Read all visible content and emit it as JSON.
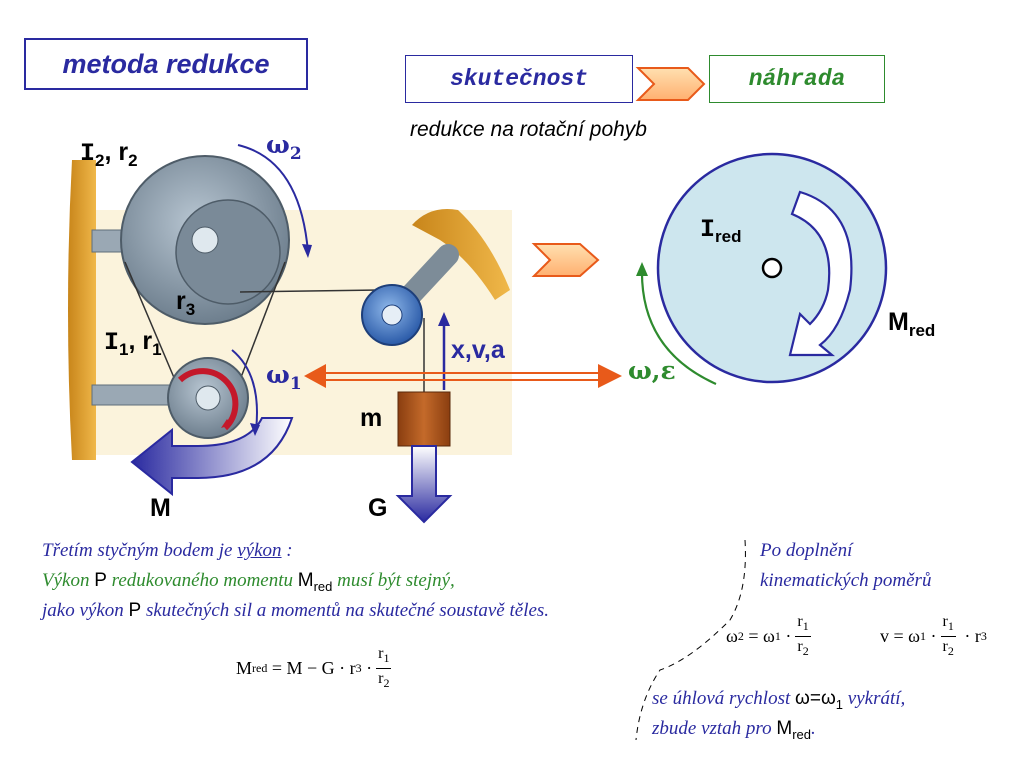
{
  "header": {
    "title": "metoda redukce",
    "reality_label": "skutečnost",
    "substitute_label": "náhrada",
    "subtitle": "redukce na rotační pohyb"
  },
  "diagram": {
    "I2": "I",
    "I2_sub": "2",
    "r2_sep": ", r",
    "r2_sub": "2",
    "omega2": "ω",
    "omega2_sub": "2",
    "r3": "r",
    "r3_sub": "3",
    "I1": "I",
    "I1_sub": "1",
    "r1_sep": ", r",
    "r1_sub": "1",
    "omega1": "ω",
    "omega1_sub": "1",
    "xva": "x,v,a",
    "m": "m",
    "M": "M",
    "G": "G",
    "omega_eps": "ω,ε",
    "Ired": "I",
    "Ired_sub": "red",
    "Mred": "M",
    "Mred_sub": "red"
  },
  "text": {
    "line1_a": "Třetím styčným bodem je ",
    "line1_u": "výkon",
    "line1_b": " :",
    "line2_a": "Výkon ",
    "line2_P": "P",
    "line2_b": " redukovaného momentu ",
    "line2_M": "M",
    "line2_Msub": "red",
    "line2_c": " musí být stejný,",
    "line3_a": "jako výkon ",
    "line3_P": "P",
    "line3_b": " skutečných sil a momentů na skutečné soustavě těles.",
    "right1": "Po doplnění",
    "right2": "kinematických poměrů",
    "bottom1_a": "se úhlová rychlost ",
    "bottom1_eq": "ω=ω",
    "bottom1_sub": "1",
    "bottom1_b": " vykrátí,",
    "bottom2_a": "zbude vztah pro ",
    "bottom2_M": "M",
    "bottom2_sub": "red",
    "bottom2_dot": "."
  },
  "formulas": {
    "mred_lhs": "M",
    "mred_lhs_sub": "red",
    "mred_rhs": " = M − G · r",
    "mred_rhs_sub": "3",
    "mred_dot": " ·",
    "mred_num": "r",
    "mred_num_sub": "1",
    "mred_den": "r",
    "mred_den_sub": "2",
    "w2_lhs": "ω",
    "w2_lhs_sub": "2",
    "w2_mid": " = ω",
    "w2_mid_sub": "1",
    "w2_dot": " ·",
    "w2_num": "r",
    "w2_num_sub": "1",
    "w2_den": "r",
    "w2_den_sub": "2",
    "v_lhs": "v = ω",
    "v_lhs_sub": "1",
    "v_dot": " ·",
    "v_num": "r",
    "v_num_sub": "1",
    "v_den": "r",
    "v_den_sub": "2",
    "v_tail": " · r",
    "v_tail_sub": "3"
  },
  "colors": {
    "blue": "#2a2aa0",
    "green": "#2e8b2e",
    "arrow_orange": "#e85a1a",
    "wall": "#e0a030",
    "pulley": "#8a9aa8",
    "disk": "#cde6ee",
    "mass": "#b0561c"
  }
}
